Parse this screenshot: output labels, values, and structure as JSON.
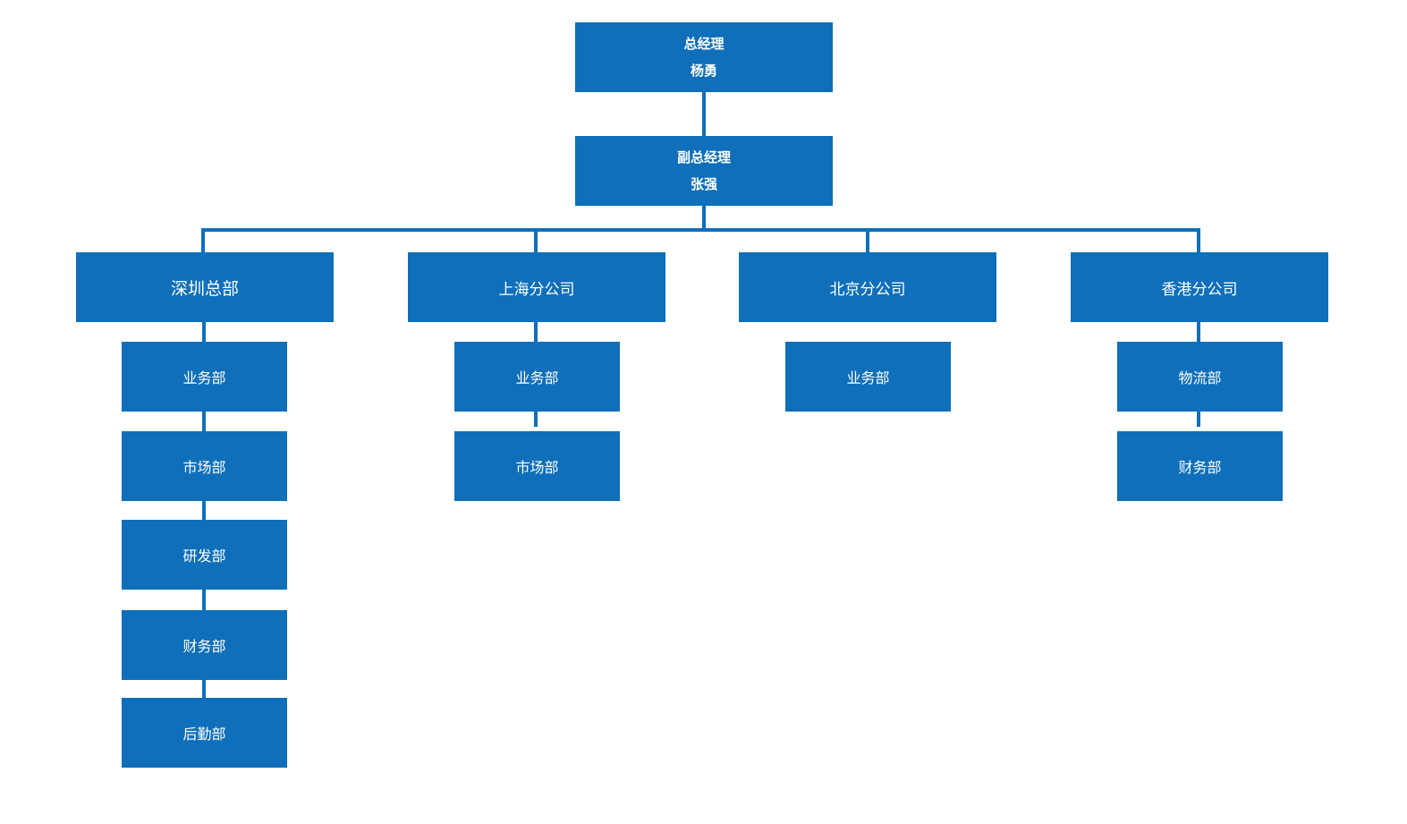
{
  "theme": {
    "box_color": "#0f6fba",
    "line_color": "#0f6fba",
    "text_color": "#ffffff",
    "background": "#ffffff"
  },
  "general_manager": {
    "title": "总经理",
    "name": "杨勇"
  },
  "deputy_manager": {
    "title": "副总经理",
    "name": "张强"
  },
  "branches": [
    {
      "name": "深圳总部",
      "departments": [
        "业务部",
        "市场部",
        "研发部",
        "财务部",
        "后勤部"
      ]
    },
    {
      "name": "上海分公司",
      "departments": [
        "业务部",
        "市场部"
      ]
    },
    {
      "name": "北京分公司",
      "departments": [
        "业务部"
      ]
    },
    {
      "name": "香港分公司",
      "departments": [
        "物流部",
        "财务部"
      ]
    }
  ]
}
